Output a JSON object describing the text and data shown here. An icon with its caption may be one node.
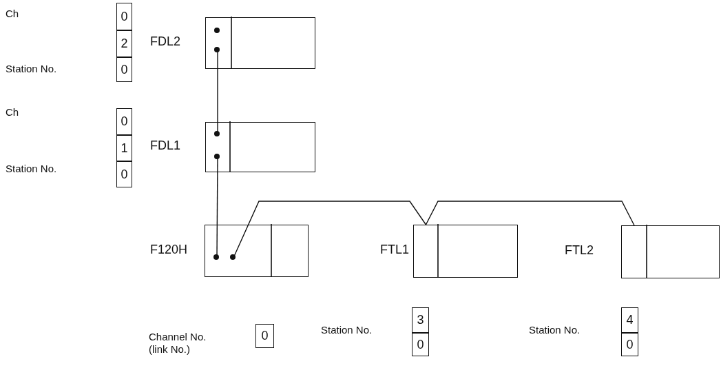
{
  "diagram": {
    "nodes": [
      {
        "text": [
          "0"
        ]
      },
      {
        "text": [
          "2"
        ]
      },
      {
        "text": [
          "0"
        ]
      },
      {
        "text": [
          "FDL2"
        ]
      },
      {
        "text": [
          "0"
        ]
      },
      {
        "text": [
          "1"
        ]
      },
      {
        "text": [
          "0"
        ]
      },
      {
        "text": [
          "FDL1"
        ]
      },
      {
        "text": [
          "F120H"
        ]
      },
      {
        "text": [
          "FTL1"
        ]
      },
      {
        "text": [
          "FTL2"
        ]
      },
      {
        "text": [
          "0"
        ]
      },
      {
        "text": [
          "3"
        ]
      },
      {
        "text": [
          "0"
        ]
      },
      {
        "text": [
          "4"
        ]
      },
      {
        "text": [
          "0"
        ]
      }
    ],
    "edges": [
      {
        "from": 3,
        "to": 7,
        "arrow": "none"
      },
      {
        "from": 7,
        "to": 8,
        "arrow": "none"
      },
      {
        "from": 8,
        "to": 9,
        "arrow": "none"
      },
      {
        "from": 9,
        "to": 10,
        "arrow": "none"
      }
    ],
    "labels": [
      "Ch",
      "Station No.",
      "Ch",
      "Station No.",
      "Channel No. (link No.)",
      "Station No.",
      "Station No."
    ]
  }
}
